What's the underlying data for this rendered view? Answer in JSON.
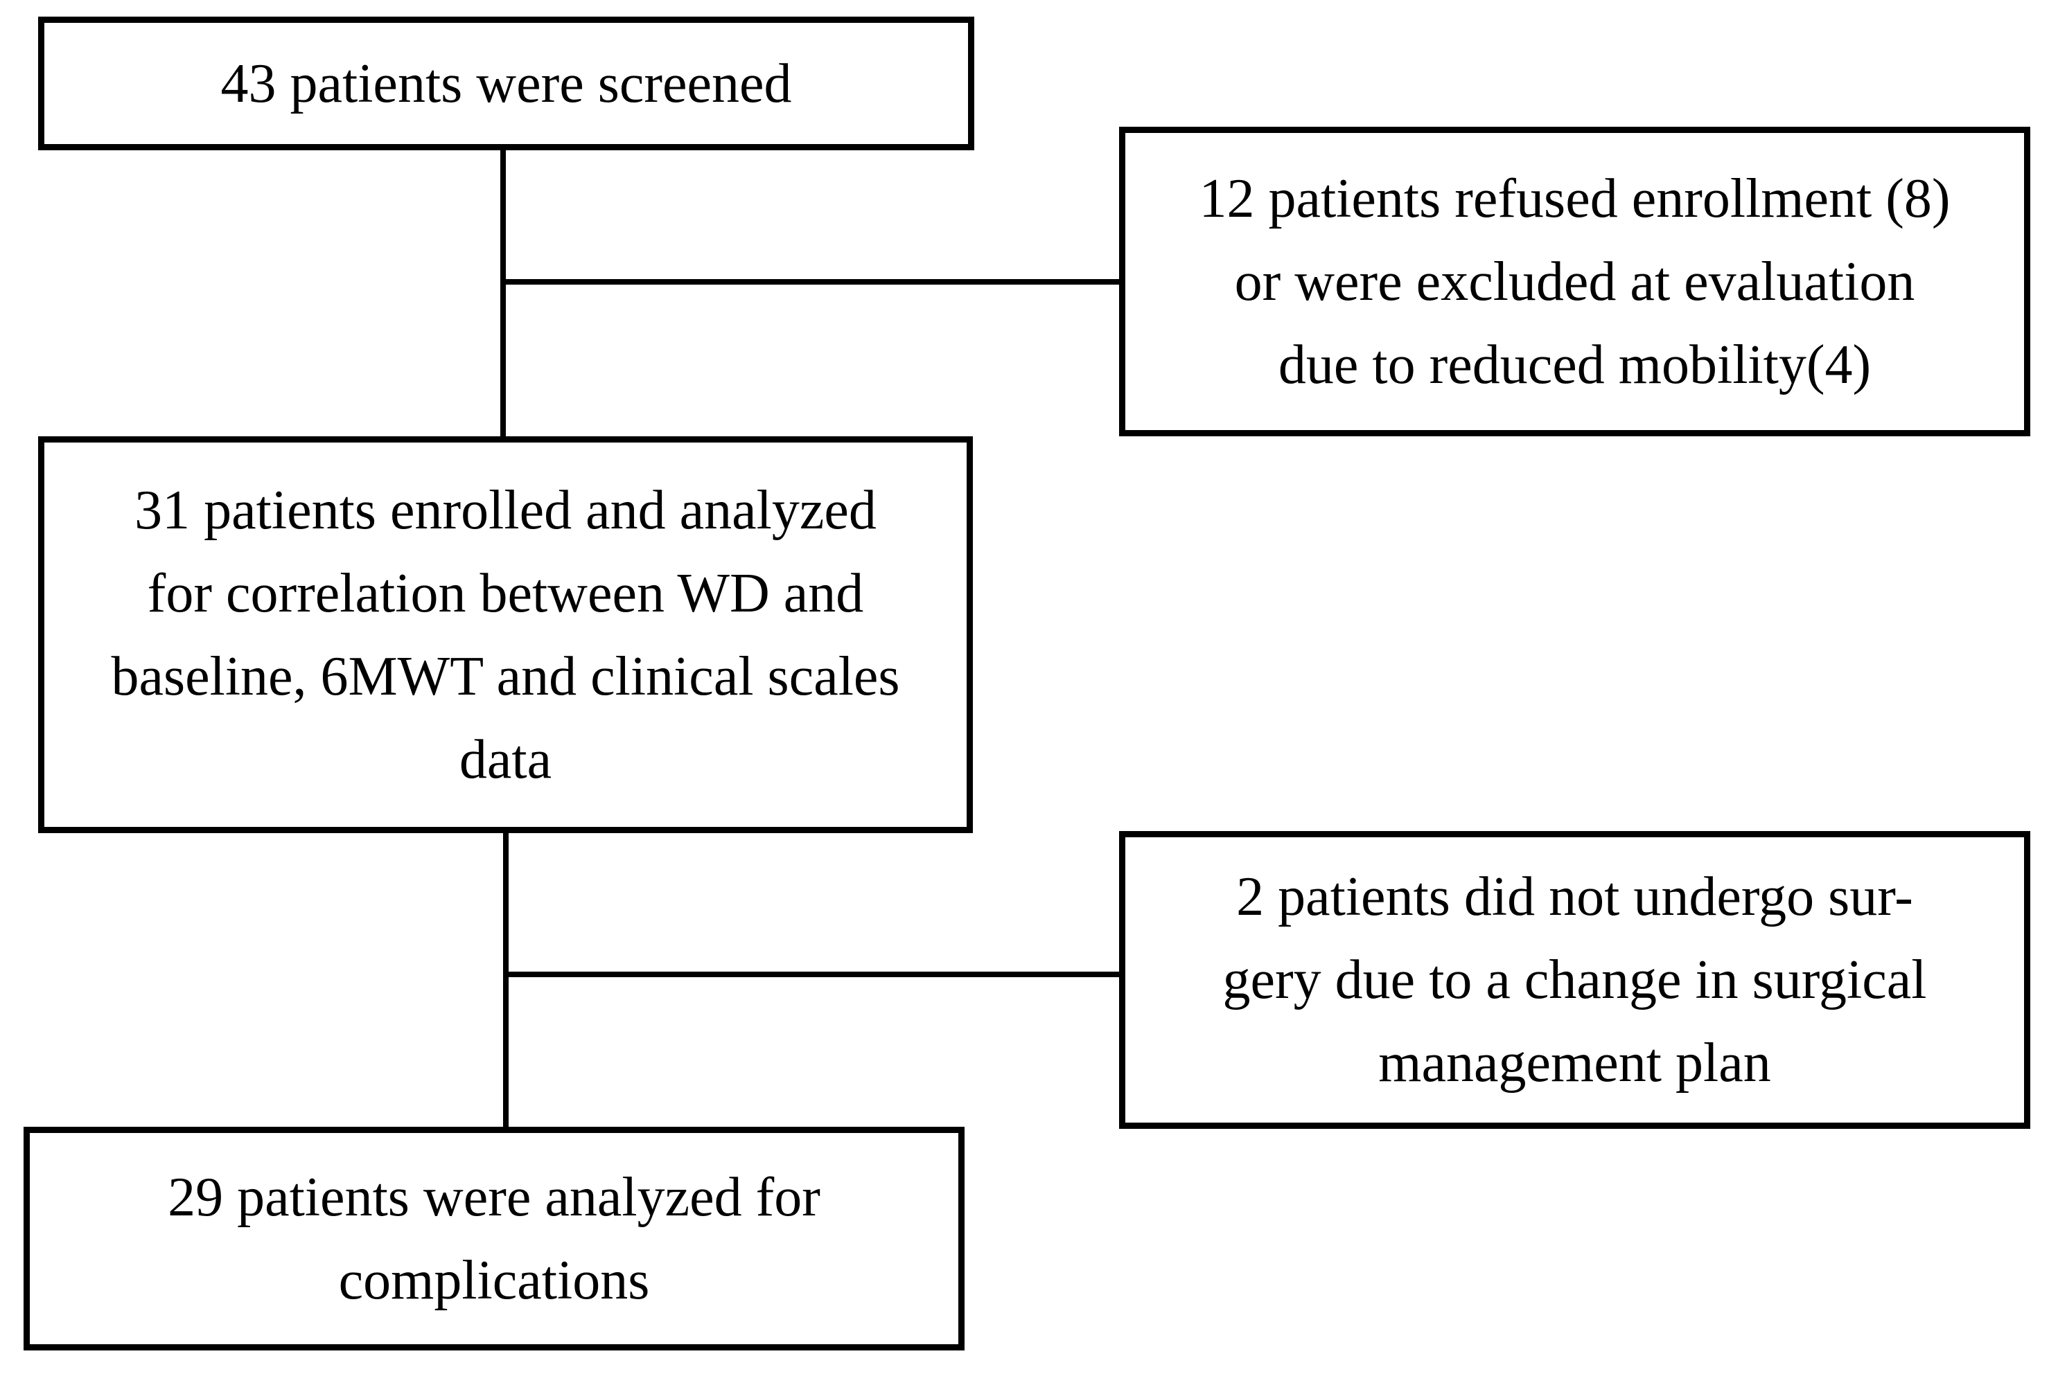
{
  "diagram": {
    "type": "flowchart",
    "background_color": "#ffffff",
    "stroke_color": "#000000",
    "text_color": "#000000",
    "nodes": [
      {
        "id": "screened",
        "lines": [
          "43 patients were screened"
        ]
      },
      {
        "id": "refused-or-excluded",
        "lines": [
          "12 patients refused enrollment (8)",
          "or were excluded at evaluation",
          "due to reduced mobility(4)"
        ]
      },
      {
        "id": "enrolled-analyzed",
        "lines": [
          "31 patients enrolled and analyzed",
          "for correlation between WD and",
          "baseline, 6MWT and clinical scales",
          "data"
        ]
      },
      {
        "id": "no-surgery",
        "lines": [
          "2 patients did not undergo sur-",
          "gery due to a change in surgical",
          "management plan"
        ]
      },
      {
        "id": "analyzed-complications",
        "lines": [
          "29 patients were analyzed for",
          "complications"
        ]
      }
    ],
    "edges": [
      {
        "from": "screened",
        "to": "enrolled-analyzed"
      },
      {
        "from": "screened",
        "to": "refused-or-excluded"
      },
      {
        "from": "enrolled-analyzed",
        "to": "analyzed-complications"
      },
      {
        "from": "enrolled-analyzed",
        "to": "no-surgery"
      }
    ]
  }
}
